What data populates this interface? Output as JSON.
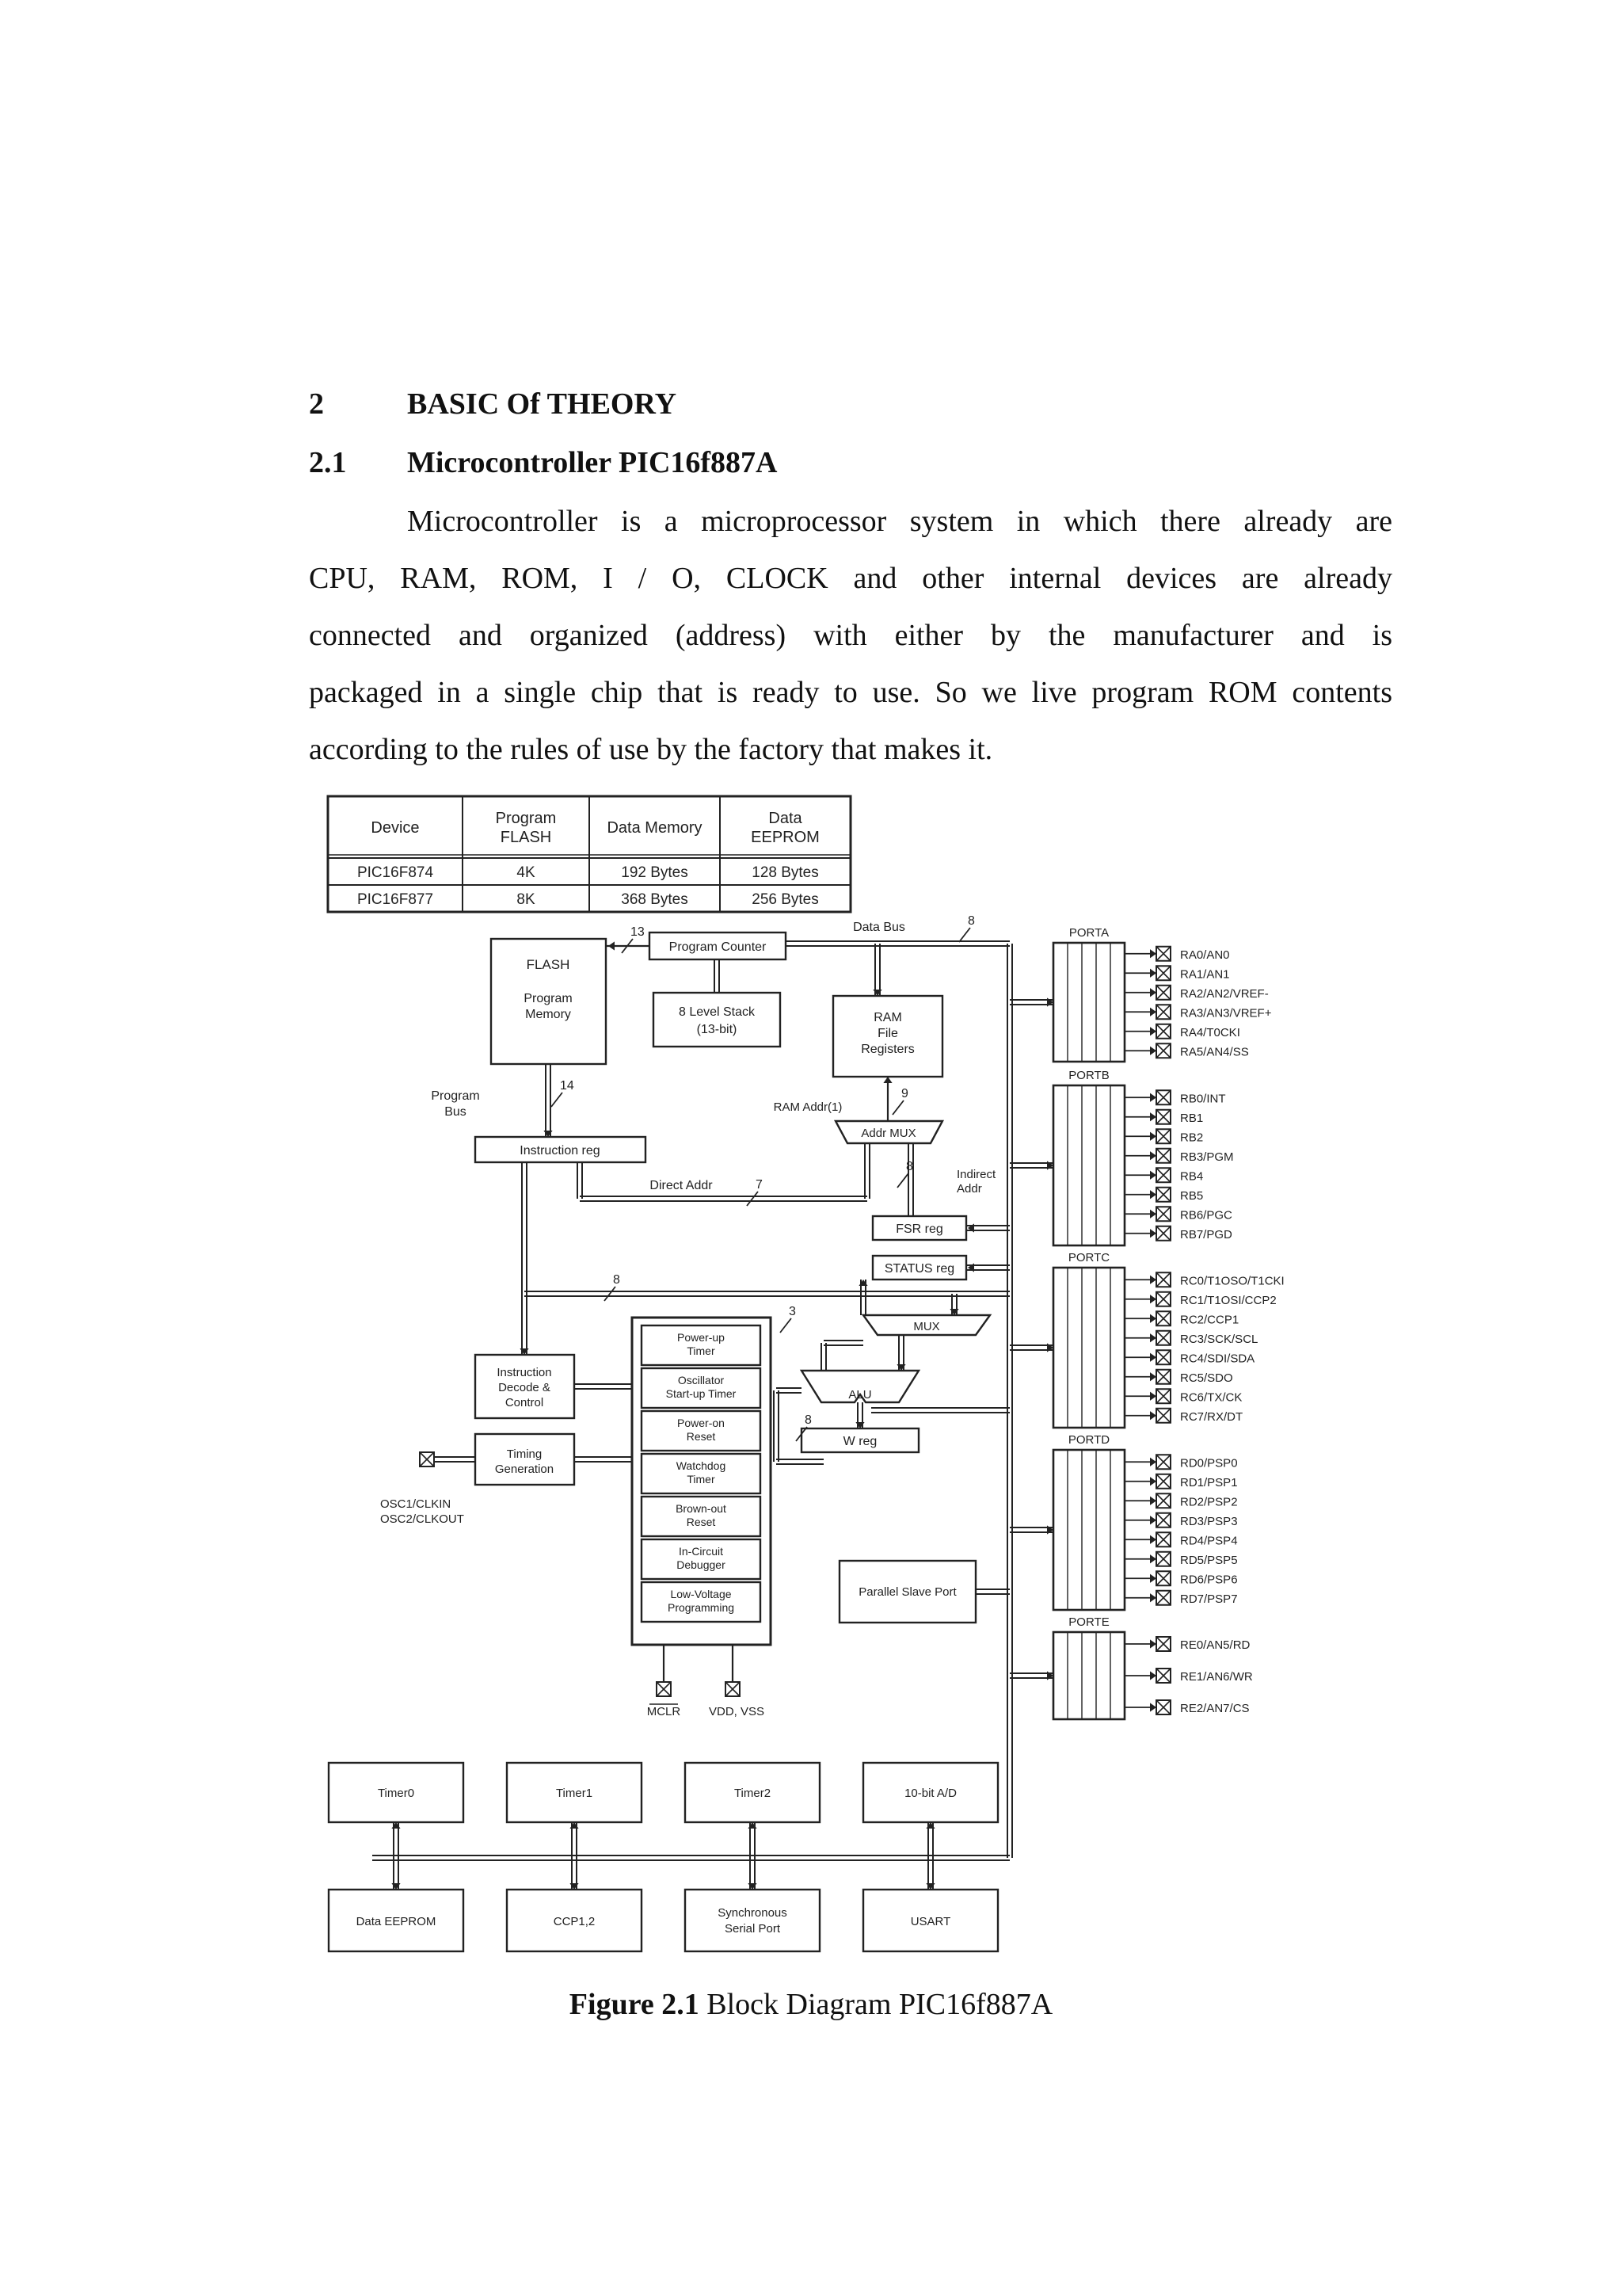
{
  "section": {
    "number": "2",
    "title": "BASIC  Of THEORY"
  },
  "subsection": {
    "number": "2.1",
    "title": "Microcontroller PIC16f887A"
  },
  "paragraph_lines": [
    "Microcontroller is a microprocessor system in which there already are",
    "CPU, RAM, ROM, I / O, CLOCK and other internal devices are already",
    "connected and organized (address) with either by the manufacturer and is",
    "packaged in a single chip that is ready to use. So we live program ROM contents",
    "according to the rules of use by the factory that makes it."
  ],
  "device_table": {
    "headers": [
      "Device",
      "Program FLASH",
      "Data Memory",
      "Data EEPROM"
    ],
    "rows": [
      [
        "PIC16F874",
        "4K",
        "192 Bytes",
        "128 Bytes"
      ],
      [
        "PIC16F877",
        "8K",
        "368 Bytes",
        "256 Bytes"
      ]
    ]
  },
  "diagram": {
    "flash_block": [
      "FLASH",
      "Program",
      "Memory"
    ],
    "program_counter": "Program Counter",
    "stack": [
      "8 Level Stack",
      "(13-bit)"
    ],
    "ram": [
      "RAM",
      "File",
      "Registers"
    ],
    "data_bus": "Data Bus",
    "bus_widths": {
      "pc": "13",
      "data": "8",
      "program": "14",
      "ram_addr": "9",
      "direct": "7",
      "indirect": "8",
      "status": "8",
      "alu": "8",
      "mux": "3"
    },
    "program_bus": [
      "Program",
      "Bus"
    ],
    "instruction_reg": "Instruction reg",
    "ram_addr": "RAM Addr(1)",
    "addr_mux": "Addr MUX",
    "direct_addr": "Direct Addr",
    "indirect_addr": [
      "Indirect",
      "Addr"
    ],
    "fsr_reg": "FSR reg",
    "status_reg": "STATUS reg",
    "mux": "MUX",
    "alu": "ALU",
    "w_reg": "W reg",
    "instruction_decode": [
      "Instruction",
      "Decode &",
      "Control"
    ],
    "timing_generation": [
      "Timing",
      "Generation"
    ],
    "osc_labels": [
      "OSC1/CLKIN",
      "OSC2/CLKOUT"
    ],
    "power_blocks": [
      [
        "Power-up",
        "Timer"
      ],
      [
        "Oscillator",
        "Start-up Timer"
      ],
      [
        "Power-on",
        "Reset"
      ],
      [
        "Watchdog",
        "Timer"
      ],
      [
        "Brown-out",
        "Reset"
      ],
      [
        "In-Circuit",
        "Debugger"
      ],
      [
        "Low-Voltage",
        "Programming"
      ]
    ],
    "mclr": "MCLR",
    "vdd_vss": "VDD, VSS",
    "parallel_slave_port": "Parallel Slave Port",
    "ports": [
      {
        "name": "PORTA",
        "pins": [
          "RA0/AN0",
          "RA1/AN1",
          "RA2/AN2/VREF-",
          "RA3/AN3/VREF+",
          "RA4/T0CKI",
          "RA5/AN4/SS"
        ]
      },
      {
        "name": "PORTB",
        "pins": [
          "RB0/INT",
          "RB1",
          "RB2",
          "RB3/PGM",
          "RB4",
          "RB5",
          "RB6/PGC",
          "RB7/PGD"
        ]
      },
      {
        "name": "PORTC",
        "pins": [
          "RC0/T1OSO/T1CKI",
          "RC1/T1OSI/CCP2",
          "RC2/CCP1",
          "RC3/SCK/SCL",
          "RC4/SDI/SDA",
          "RC5/SDO",
          "RC6/TX/CK",
          "RC7/RX/DT"
        ]
      },
      {
        "name": "PORTD",
        "pins": [
          "RD0/PSP0",
          "RD1/PSP1",
          "RD2/PSP2",
          "RD3/PSP3",
          "RD4/PSP4",
          "RD5/PSP5",
          "RD6/PSP6",
          "RD7/PSP7"
        ]
      },
      {
        "name": "PORTE",
        "pins": [
          "RE0/AN5/RD",
          "RE1/AN6/WR",
          "RE2/AN7/CS"
        ]
      }
    ],
    "peripherals_top": [
      "Timer0",
      "Timer1",
      "Timer2",
      "10-bit A/D"
    ],
    "peripherals_bottom": [
      "Data EEPROM",
      "CCP1,2",
      "Synchronous Serial Port",
      "USART"
    ]
  },
  "caption": {
    "label": "Figure 2.1",
    "text": " Block Diagram PIC16f887A"
  }
}
